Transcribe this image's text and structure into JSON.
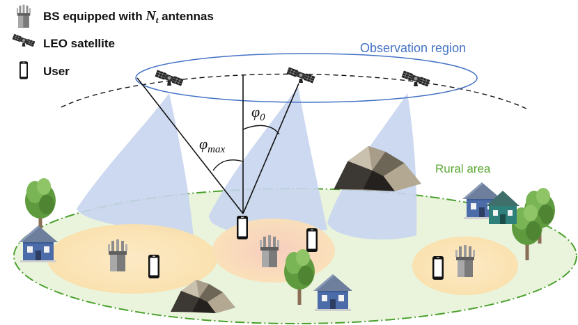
{
  "legend": {
    "bs_prefix": "BS equipped with ",
    "bs_var": "N",
    "bs_sub": "t",
    "bs_suffix": " antennas",
    "leo": "LEO satellite",
    "user": "User"
  },
  "labels": {
    "observation_region": "Observation region",
    "rural_area": "Rural area",
    "phi_max_symbol": "φ",
    "phi_max_sub": "max",
    "phi0_symbol": "φ",
    "phi0_sub": "0"
  },
  "colors": {
    "ground": "#e9f3de",
    "ground_edge": "#4aa02c",
    "beam": "#c9d6ee",
    "cell_yellow": "#fbe3b4",
    "cell_red": "#f8cfc2",
    "region_ellipse": "#4472c4"
  }
}
